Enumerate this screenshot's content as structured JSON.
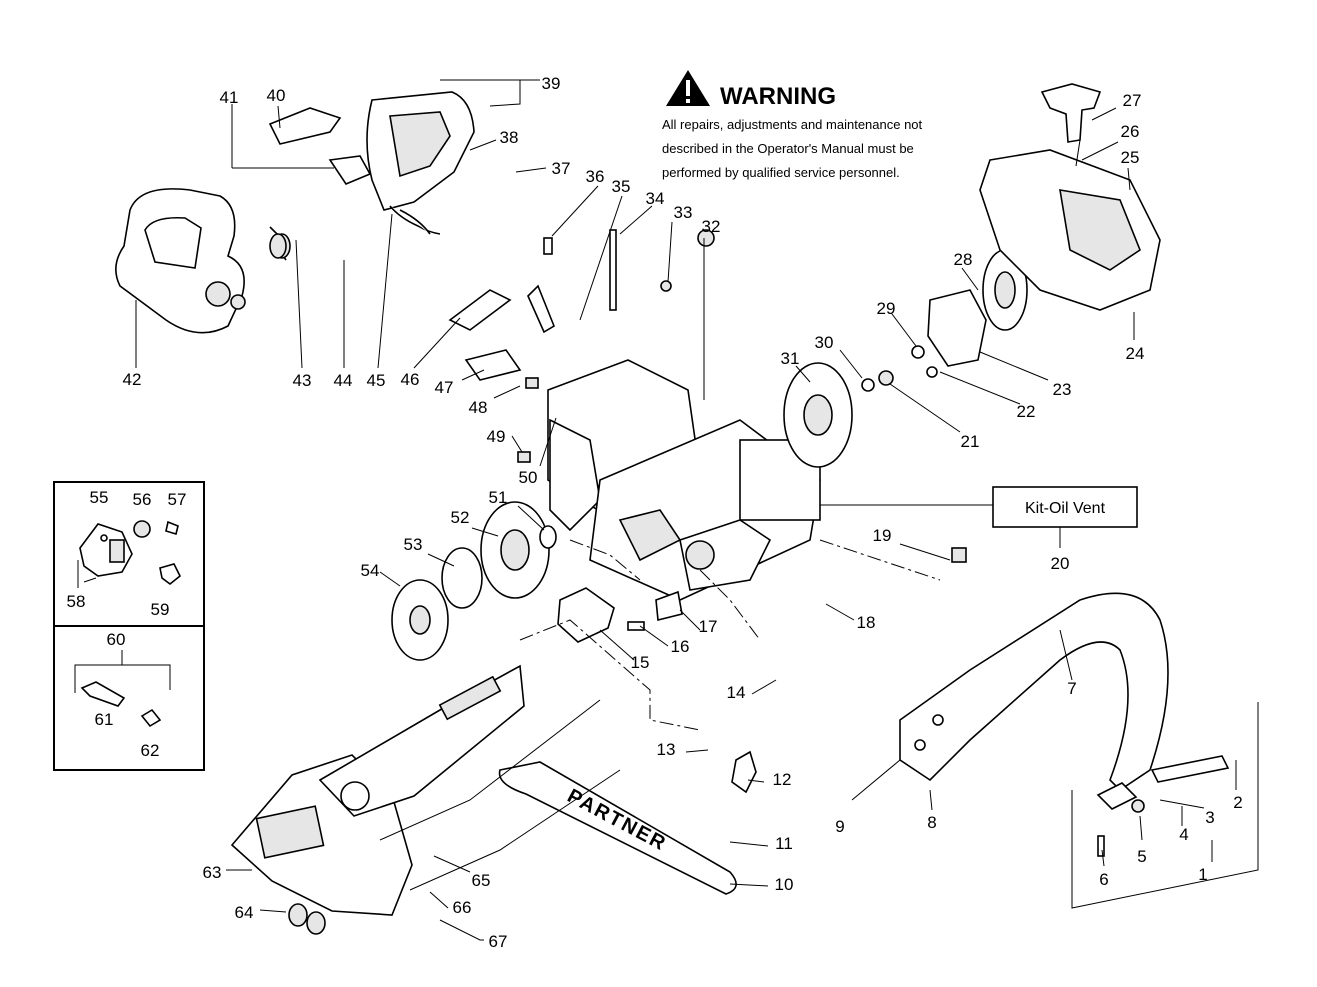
{
  "warning": {
    "title": "WARNING",
    "icon": "exclamation-triangle-icon",
    "lines": [
      "All repairs, adjustments and maintenance not",
      "described in the Operator's Manual must be",
      "performed by qualified  service personnel."
    ]
  },
  "kit_label": "Kit-Oil Vent",
  "bar_brand": "PARTNER",
  "part_numbers": [
    "1",
    "2",
    "3",
    "4",
    "5",
    "6",
    "7",
    "8",
    "9",
    "10",
    "11",
    "12",
    "13",
    "14",
    "15",
    "16",
    "17",
    "18",
    "19",
    "20",
    "21",
    "22",
    "23",
    "24",
    "25",
    "26",
    "27",
    "28",
    "29",
    "30",
    "31",
    "32",
    "33",
    "34",
    "35",
    "36",
    "37",
    "38",
    "39",
    "40",
    "41",
    "42",
    "43",
    "44",
    "45",
    "46",
    "47",
    "48",
    "49",
    "50",
    "51",
    "52",
    "53",
    "54",
    "55",
    "56",
    "57",
    "58",
    "59",
    "60",
    "61",
    "62",
    "63",
    "64",
    "65",
    "66",
    "67"
  ]
}
